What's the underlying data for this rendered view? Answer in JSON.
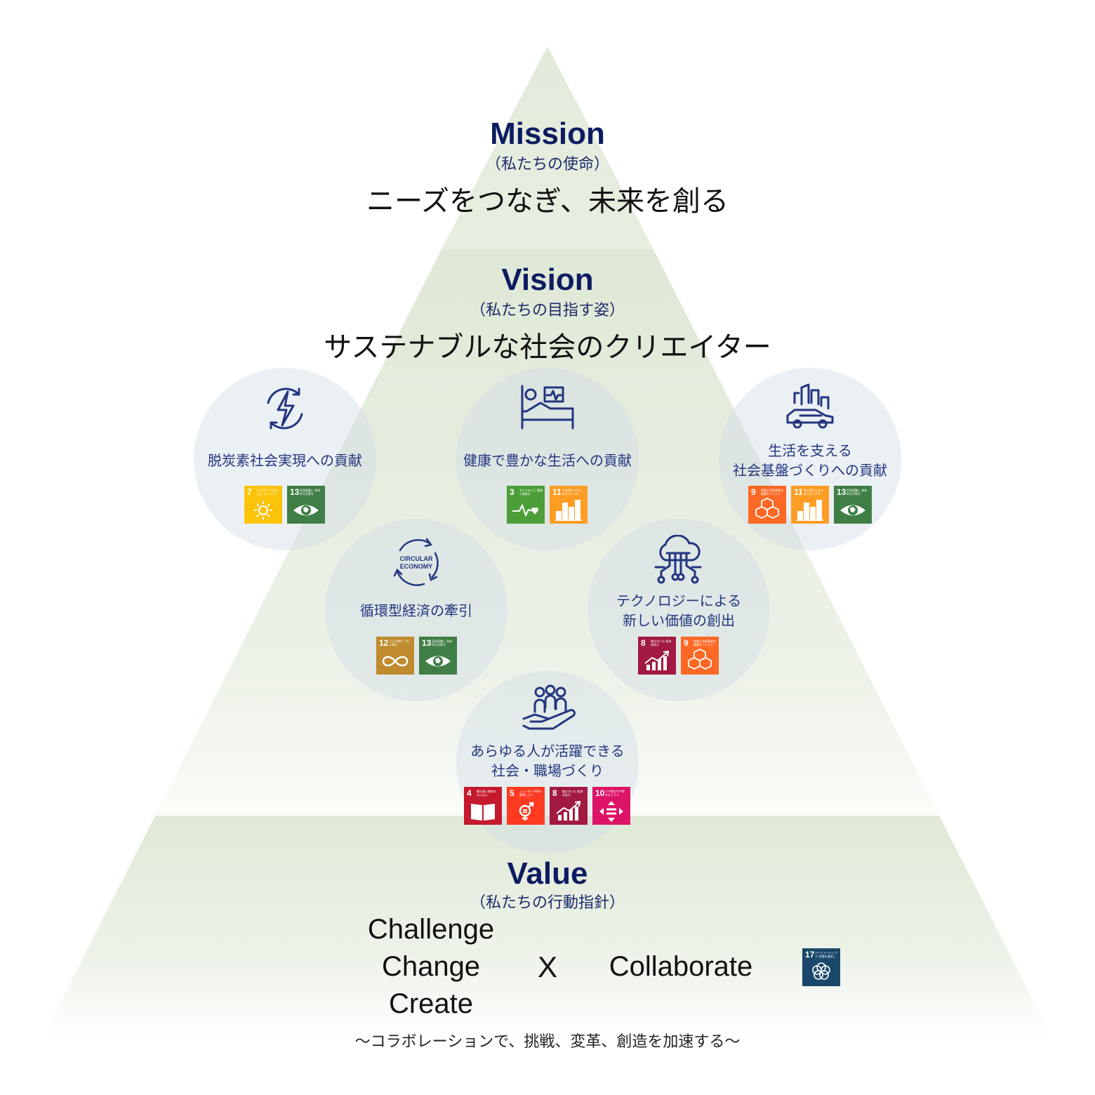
{
  "mission": {
    "title": "Mission",
    "subtitle": "（私たちの使命）",
    "statement": "ニーズをつなぎ、未来を創る"
  },
  "vision": {
    "title": "Vision",
    "subtitle": "（私たちの目指す姿）",
    "statement": "サステナブルな社会のクリエイター",
    "categories": [
      {
        "label": "脱炭素社会実現への貢献",
        "icon": "energy-cycle-icon",
        "sdgs": [
          "7",
          "13"
        ]
      },
      {
        "label": "健康で豊かな生活への貢献",
        "icon": "hospital-bed-icon",
        "sdgs": [
          "3",
          "11"
        ]
      },
      {
        "label": "生活を支える\n社会基盤づくりへの貢献",
        "icon": "city-car-icon",
        "sdgs": [
          "9",
          "11",
          "13"
        ]
      },
      {
        "label": "循環型経済の牽引",
        "icon": "circular-economy-icon",
        "icon_text": "CIRCULAR\nECONOMY",
        "sdgs": [
          "12",
          "13"
        ]
      },
      {
        "label": "テクノロジーによる\n新しい価値の創出",
        "icon": "cloud-network-icon",
        "sdgs": [
          "8",
          "9"
        ]
      },
      {
        "label": "あらゆる人が活躍できる\n社会・職場づくり",
        "icon": "people-hand-icon",
        "sdgs": [
          "4",
          "5",
          "8",
          "10"
        ]
      }
    ]
  },
  "value": {
    "title": "Value",
    "subtitle": "（私たちの行動指針）",
    "words_left": [
      "Challenge",
      "Change",
      "Create"
    ],
    "cross": "X",
    "word_right": "Collaborate",
    "tagline": "〜コラボレーションで、挑戦、変革、創造を加速する〜",
    "sdgs": [
      "17"
    ]
  },
  "sdg_goals": {
    "3": {
      "color": "#4c9f38",
      "text": "すべての人に 健康と福祉を",
      "icon": "heartbeat-icon"
    },
    "4": {
      "color": "#c5192d",
      "text": "質の高い教育を みんなに",
      "icon": "book-icon"
    },
    "5": {
      "color": "#ff3a21",
      "text": "ジェンダー平等を 実現しよう",
      "icon": "gender-icon"
    },
    "7": {
      "color": "#fcc30b",
      "text": "エネルギーをみんなに そしてクリーンに",
      "icon": "sun-icon"
    },
    "8": {
      "color": "#a21942",
      "text": "働きがいも 経済成長も",
      "icon": "growth-chart-icon"
    },
    "9": {
      "color": "#fd6925",
      "text": "産業と技術革新の 基盤をつくろう",
      "icon": "cubes-icon"
    },
    "10": {
      "color": "#dd1367",
      "text": "人や国の不平等 をなくそう",
      "icon": "equality-icon"
    },
    "11": {
      "color": "#fd9d24",
      "text": "住み続けられる まちづくりを",
      "icon": "buildings-icon"
    },
    "12": {
      "color": "#bf8b2e",
      "text": "つくる責任 つかう責任",
      "icon": "infinity-icon"
    },
    "13": {
      "color": "#3f7e44",
      "text": "気候変動に 具体的な対策を",
      "icon": "earth-eye-icon"
    },
    "17": {
      "color": "#19486a",
      "text": "パートナーシップで 目標を達成しよう",
      "icon": "flower-rings-icon"
    }
  },
  "colors": {
    "pyramid_fill": "#e3ebd9",
    "title_navy": "#0d1c61",
    "category_text": "#23357f",
    "icon_navy": "#23357f"
  }
}
